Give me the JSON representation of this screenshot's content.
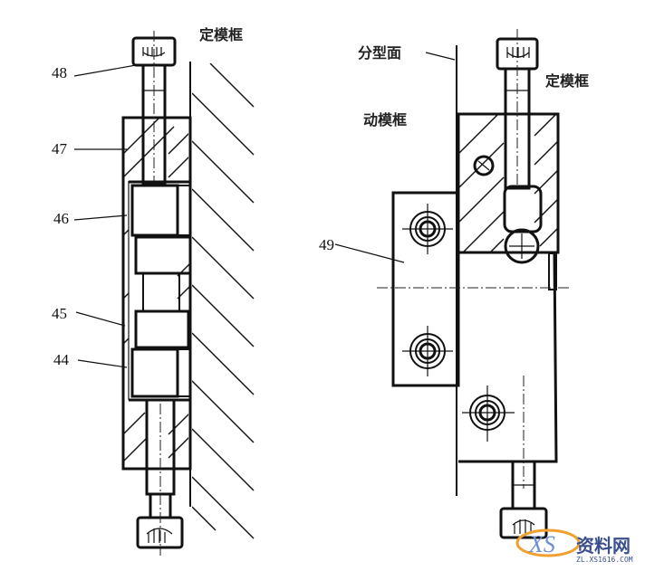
{
  "left_view": {
    "fixed_plate_label": "定模框",
    "callouts": [
      {
        "id": "48",
        "label": "48"
      },
      {
        "id": "47",
        "label": "47"
      },
      {
        "id": "46",
        "label": "46"
      },
      {
        "id": "45",
        "label": "45"
      },
      {
        "id": "44",
        "label": "44"
      }
    ]
  },
  "right_view": {
    "parting_surface_label": "分型面",
    "fixed_plate_label": "定模框",
    "moving_plate_label": "动模框",
    "callouts": [
      {
        "id": "49",
        "label": "49"
      }
    ]
  },
  "watermark": {
    "logo_text": "XS",
    "brand": "资料网",
    "url": "ZL.XS1616.COM",
    "colors": {
      "primary": "#3a4f8f",
      "accent": "#f0a030"
    }
  }
}
